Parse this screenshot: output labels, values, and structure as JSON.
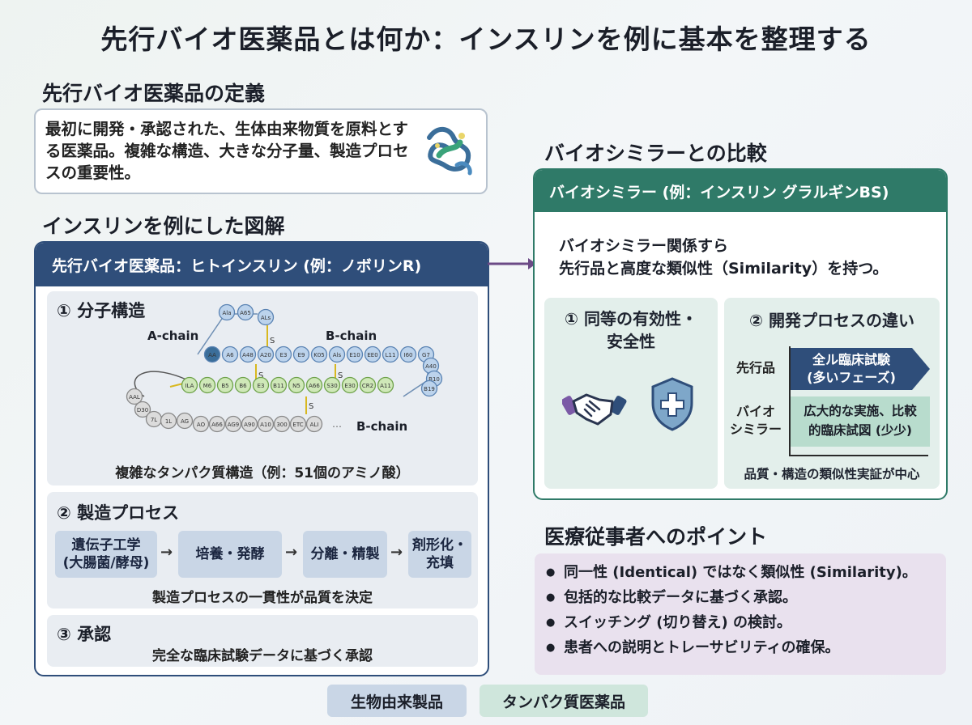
{
  "title": "先行バイオ医薬品とは何か：インスリンを例に基本を整理する",
  "definition": {
    "heading": "先行バイオ医薬品の定義",
    "text": "最初に開発・承認された、生体由来物質を原料とする医薬品。複雑な構造、大きな分子量、製造プロセスの重要性。",
    "icon": "protein-molecule-icon"
  },
  "diagram": {
    "heading": "インスリンを例にした図解",
    "panel_title": "先行バイオ医薬品：ヒトインスリン (例：ノボリンR)",
    "structure": {
      "title": "① 分子構造",
      "a_chain_label": "A-chain",
      "b_chain_label_top": "B-chain",
      "b_chain_label_bottom": "B-chain",
      "top_nodes": [
        "Ala",
        "A65",
        "ALs"
      ],
      "main_nodes": [
        "AA",
        "A6",
        "A48",
        "A20",
        "E3",
        "E9",
        "K05",
        "Als",
        "E10",
        "EE0",
        "L11",
        "I60",
        "G7"
      ],
      "right_nodes": [
        "A40",
        "B10",
        "B19"
      ],
      "green_nodes": [
        "ILA",
        "M6",
        "B5",
        "B6",
        "E3",
        "B11",
        "N5",
        "A66",
        "S30",
        "E30",
        "CR2",
        "A11"
      ],
      "left_nodes": [
        "AAL",
        "D30",
        "7L"
      ],
      "lower_nodes": [
        "1L",
        "AG",
        "AO",
        "A66",
        "AG9",
        "A90",
        "A10",
        "300",
        "ETC",
        "ALI"
      ],
      "bond_label": "S",
      "ellipsis": "…",
      "caption": "複雑なタンパク質構造（例：51個のアミノ酸）"
    },
    "process": {
      "title": "② 製造プロセス",
      "steps": [
        "遺伝子工学\n(大腸菌/酵母)",
        "培養・発酵",
        "分離・精製",
        "剤形化・\n充填"
      ],
      "caption": "製造プロセスの一貫性が品質を決定"
    },
    "approval": {
      "title": "③ 承認",
      "caption": "完全な臨床試験データに基づく承認"
    }
  },
  "comparison": {
    "heading": "バイオシミラーとの比較",
    "panel_title": "バイオシミラー (例：インスリン グラルギンBS)",
    "description": "バイオシミラー関係すら\n先行品と高度な類似性（Similarity）を持つ。",
    "efficacy": {
      "title": "① 同等の有効性・\n安全性",
      "icons": [
        "handshake-icon",
        "shield-plus-icon"
      ]
    },
    "development": {
      "title": "② 開発プロセスの違い",
      "originator_label": "先行品",
      "originator_bar": "全ル臨床試験\n(多いフェーズ)",
      "biosimilar_label": "バイオ\nシミラー",
      "biosimilar_bar": "広大的な実施、比較\n的臨床試図 (少少)",
      "caption": "品質・構造の類似性実証が中心"
    }
  },
  "points": {
    "heading": "医療従事者へのポイント",
    "items": [
      "同一性 (Identical) ではなく類似性 (Similarity)。",
      "包括的な比較データに基づく承認。",
      "スイッチング (切り替え) の検討。",
      "患者への説明とトレーサビリティの確保。"
    ]
  },
  "tags": [
    "生物由来製品",
    "タンパク質医薬品"
  ],
  "colors": {
    "navy": "#2f4e7a",
    "teal": "#2f7a68",
    "purple_arrow": "#6b4a86",
    "node_blue": "#bcd3ec",
    "node_green": "#cfe8b8",
    "node_grey": "#dcdcdc"
  }
}
